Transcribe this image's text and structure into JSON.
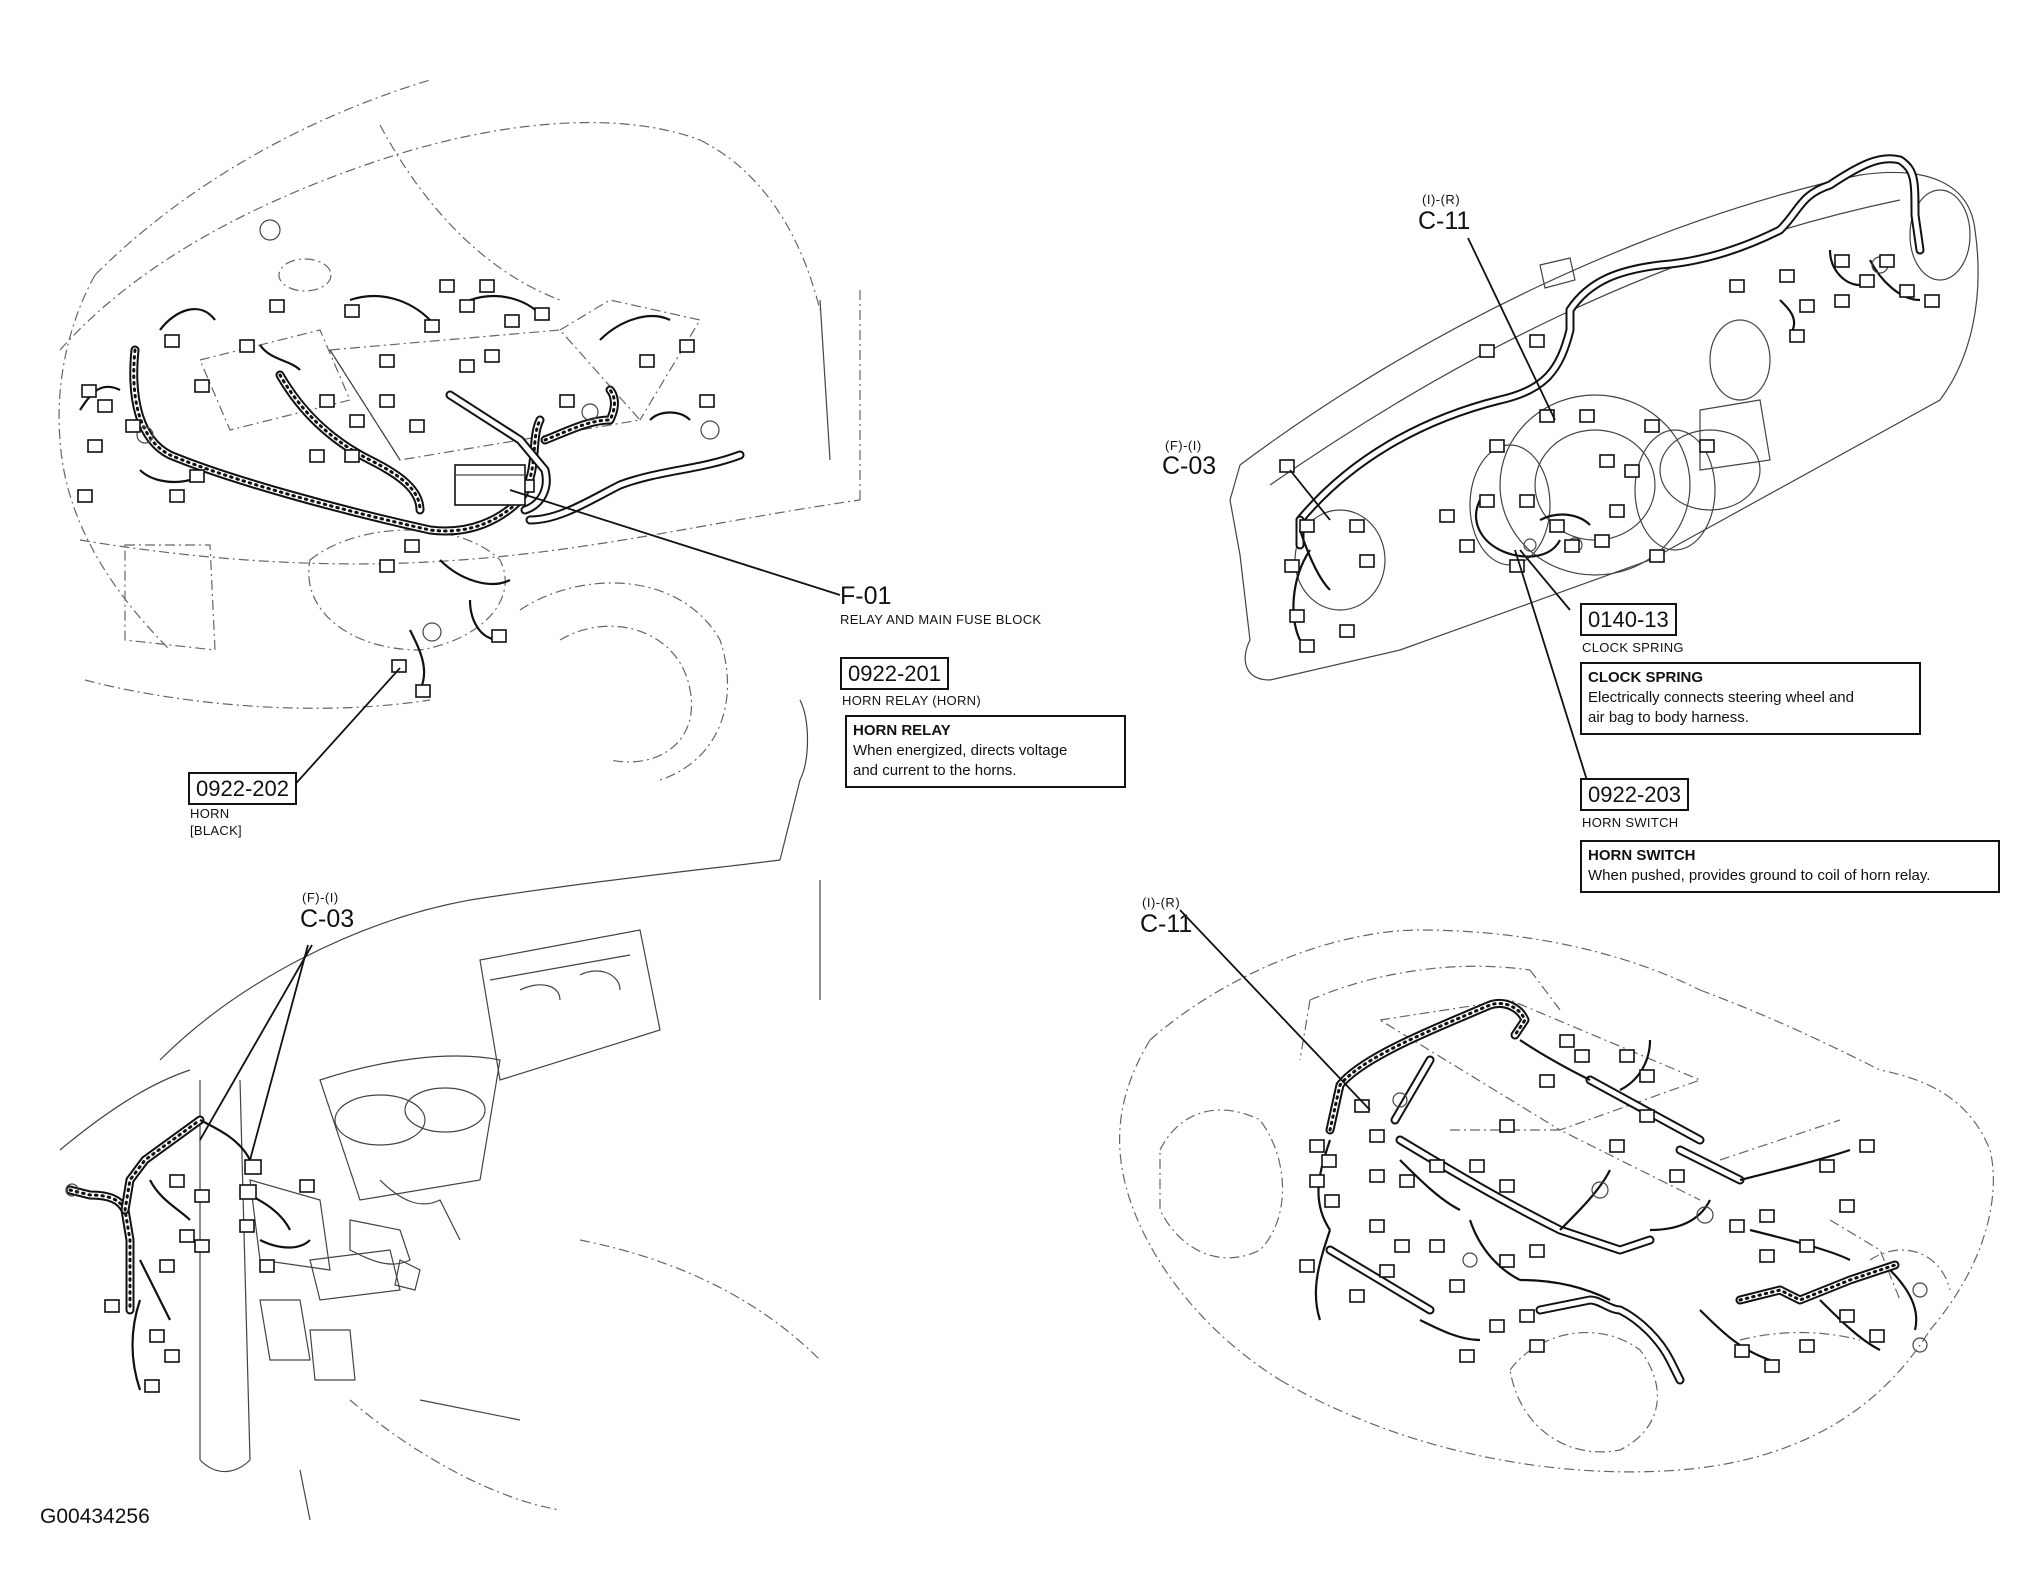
{
  "top_left": {
    "f01": {
      "code": "F-01",
      "caption": "RELAY AND MAIN FUSE BLOCK"
    },
    "horn": {
      "code": "0922-202",
      "caption_line1": "HORN",
      "caption_line2": "[BLACK]"
    },
    "horn_relay": {
      "code": "0922-201",
      "caption": "HORN RELAY (HORN)",
      "desc_title": "HORN RELAY",
      "desc_line1": "When energized, directs voltage",
      "desc_line2": "and current to the horns."
    }
  },
  "top_right": {
    "c11": {
      "pos": "(I)-(R)",
      "code": "C-11"
    },
    "c03": {
      "pos": "(F)-(I)",
      "code": "C-03"
    },
    "clock_spring": {
      "code": "0140-13",
      "caption": "CLOCK SPRING",
      "desc_title": "CLOCK SPRING",
      "desc_line1": "Electrically connects steering wheel and",
      "desc_line2": "air bag to body harness."
    },
    "horn_switch": {
      "code": "0922-203",
      "caption": "HORN SWITCH",
      "desc_title": "HORN SWITCH",
      "desc_line1": "When pushed, provides ground to coil of horn relay."
    }
  },
  "bottom_left": {
    "c03": {
      "pos": "(F)-(I)",
      "code": "C-03"
    }
  },
  "bottom_right": {
    "c11": {
      "pos": "(I)-(R)",
      "code": "C-11"
    }
  },
  "figure_id": "G00434256"
}
